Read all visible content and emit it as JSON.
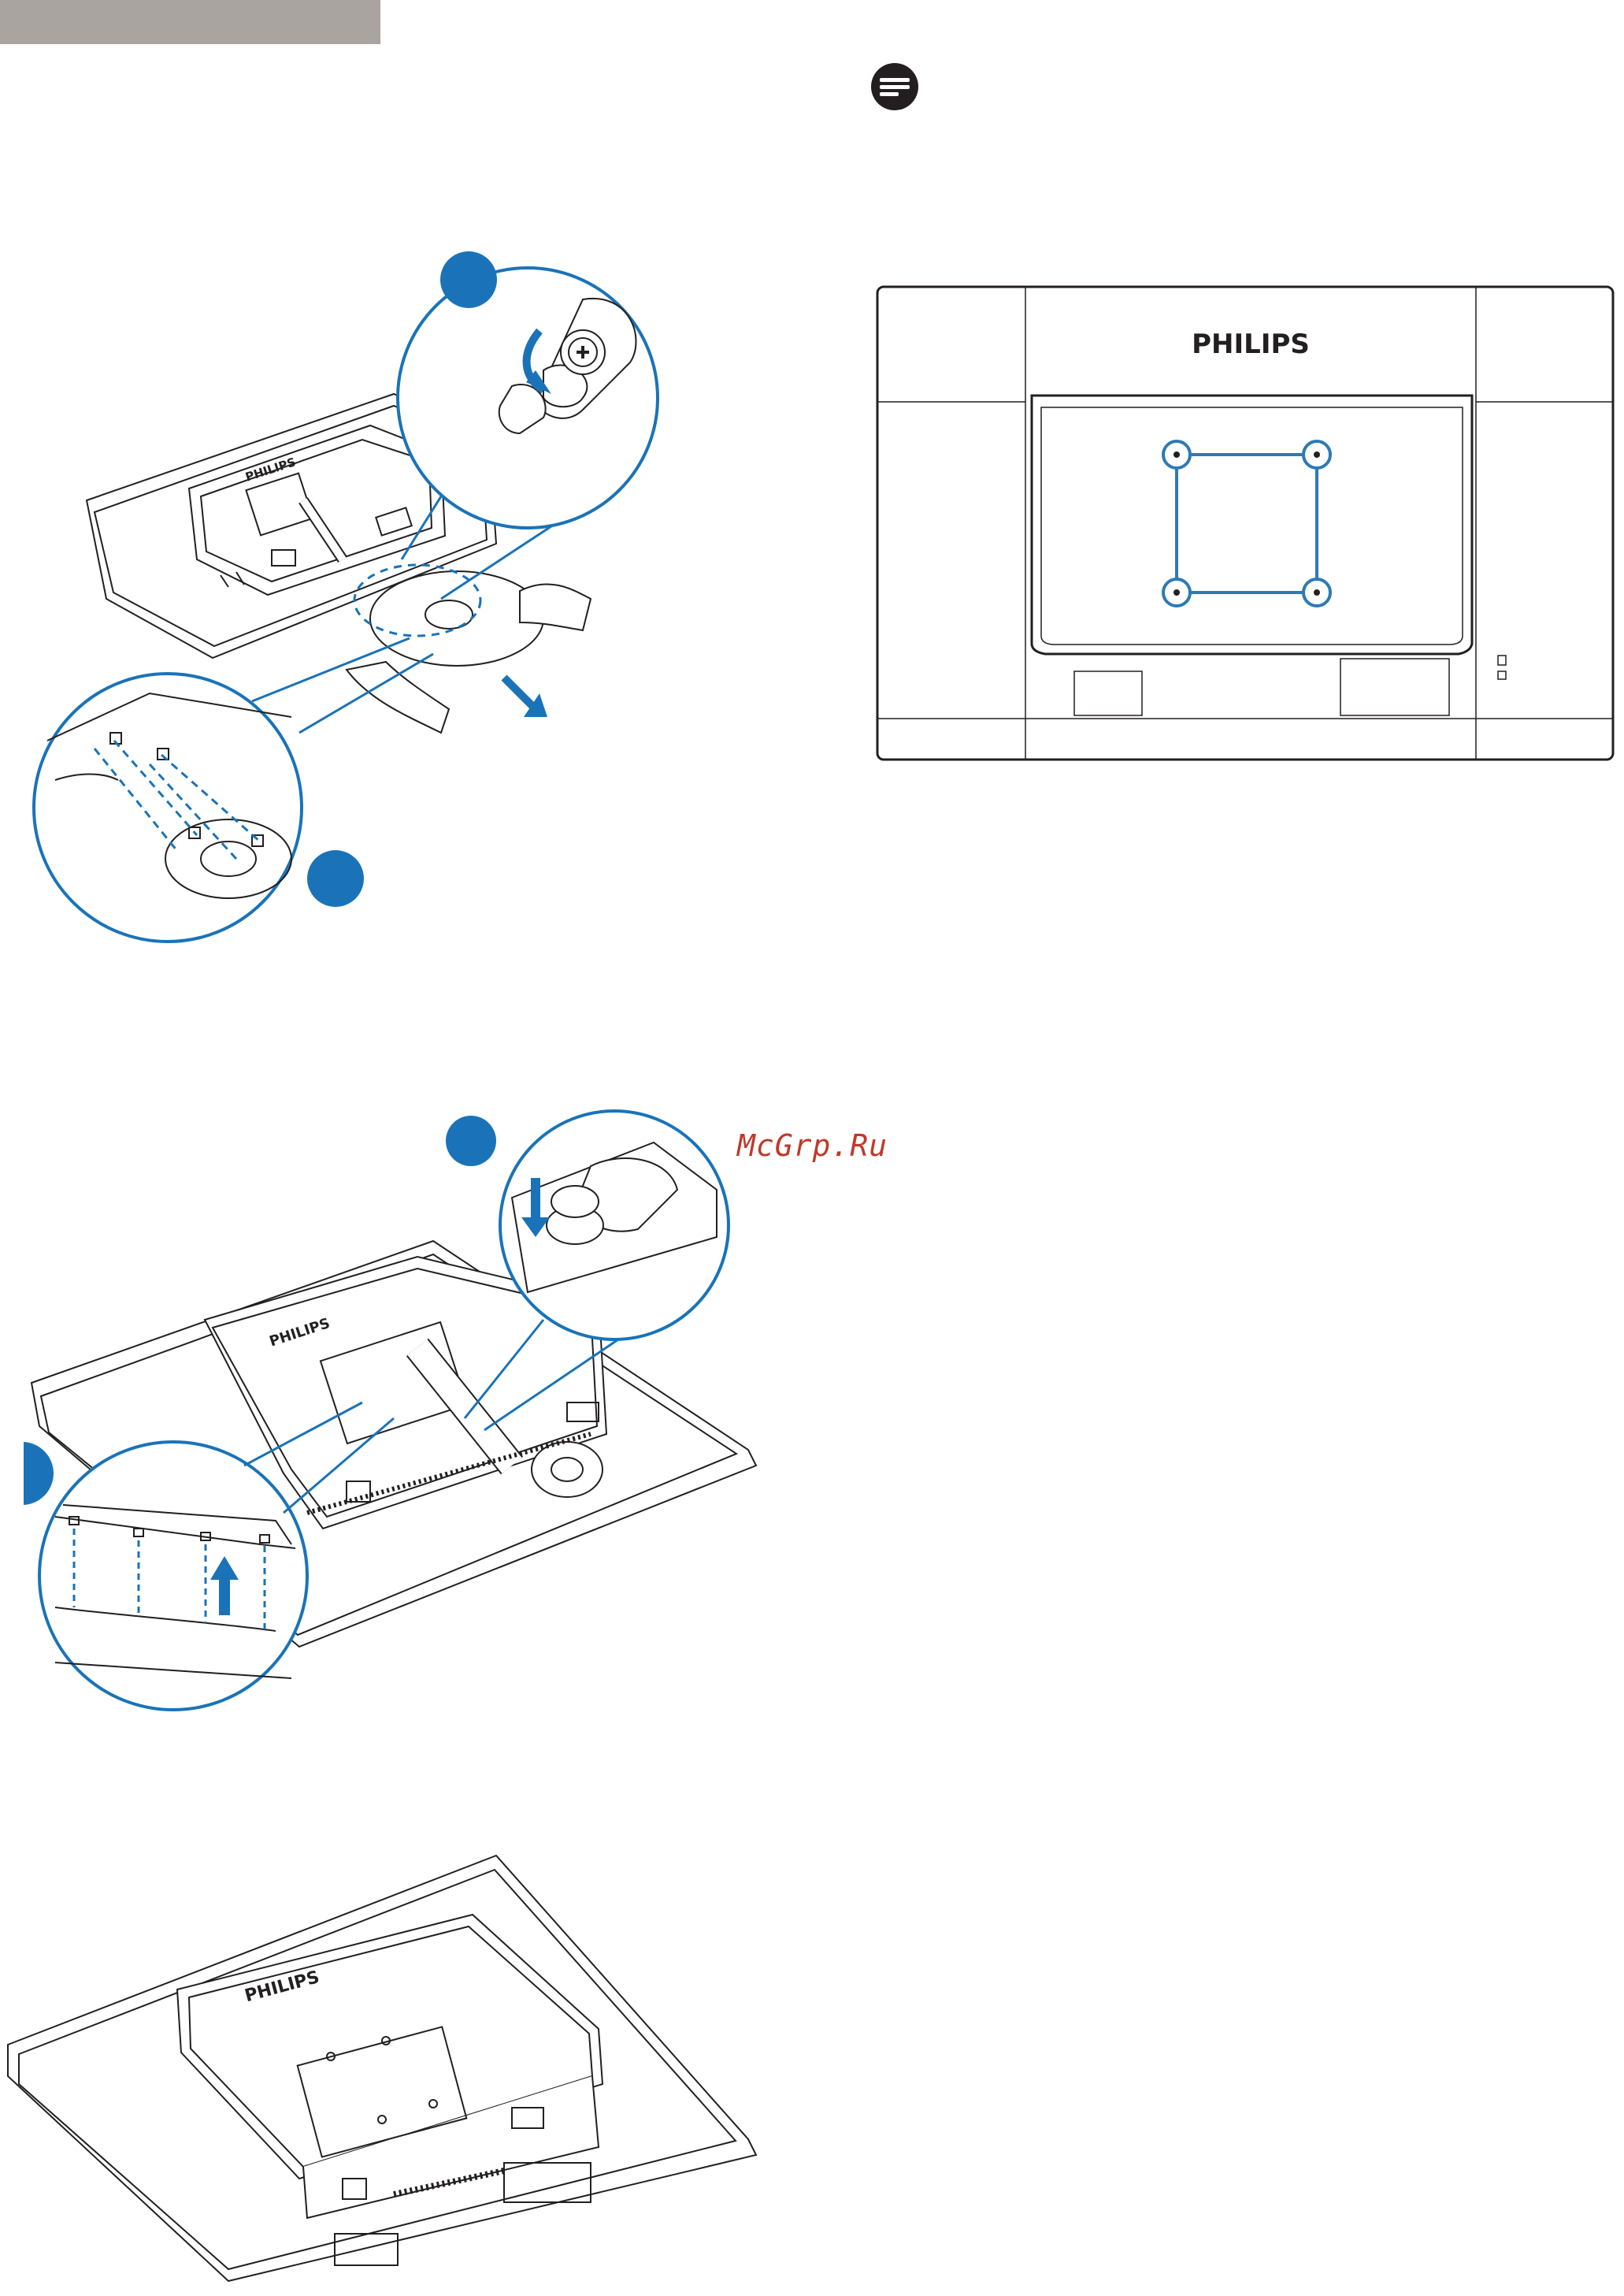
{
  "header": {
    "tab_color": "#a9a4a0"
  },
  "watermark": {
    "text": "McGrp.Ru",
    "color": "#c0392b"
  },
  "note_icon": {
    "name": "note-icon"
  },
  "rear_panel_diagram": {
    "brand": "PHILIPS",
    "accent": "#2e7ab5"
  },
  "illustrations": {
    "remove_base": {
      "brand": "PHILIPS"
    },
    "remove_hinge": {
      "brand": "PHILIPS"
    },
    "vesa_mount": {
      "brand": "PHILIPS"
    }
  },
  "colors": {
    "accent_blue": "#1a73b8",
    "line": "#231f20"
  }
}
